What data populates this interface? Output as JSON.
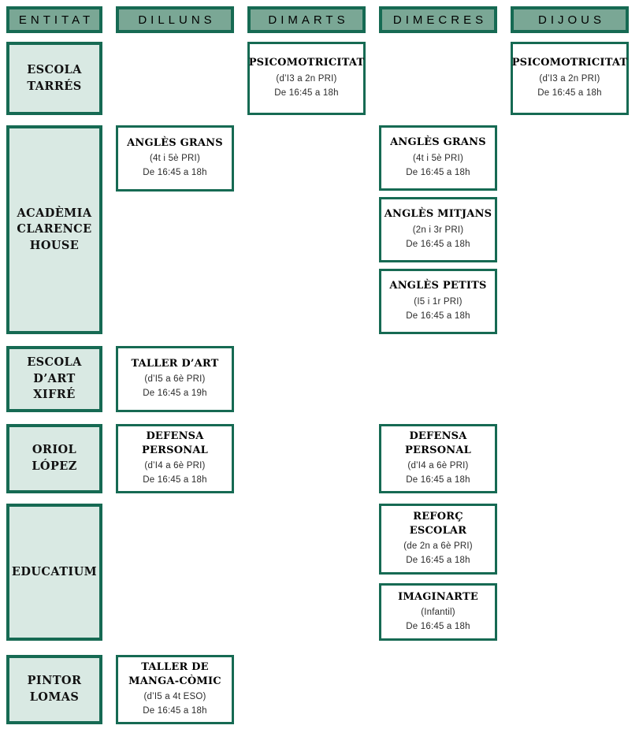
{
  "colors": {
    "border": "#166a53",
    "header_fill": "#7aa795",
    "entity_fill": "#d9e9e3"
  },
  "header": {
    "columns": [
      "ENTITAT",
      "DILLUNS",
      "DIMARTS",
      "DIMECRES",
      "DIJOUS"
    ]
  },
  "rows": [
    {
      "entity": "ESCOLA\nTARRÉS",
      "days": {
        "dimarts": [
          {
            "title": "PSICOMOTRICITAT",
            "group": "(d’I3 a 2n PRI)",
            "time": "De 16:45 a 18h"
          }
        ],
        "dijous": [
          {
            "title": "PSICOMOTRICITAT",
            "group": "(d’I3 a 2n PRI)",
            "time": "De 16:45 a 18h"
          }
        ]
      }
    },
    {
      "entity": "ACADÈMIA\nCLARENCE\nHOUSE",
      "days": {
        "dilluns": [
          {
            "title": "ANGLÈS GRANS",
            "group": "(4t i 5è PRI)",
            "time": "De 16:45 a 18h"
          }
        ],
        "dimecres": [
          {
            "title": "ANGLÈS GRANS",
            "group": "(4t i 5è PRI)",
            "time": "De 16:45 a 18h"
          },
          {
            "title": "ANGLÈS MITJANS",
            "group": "(2n i 3r PRI)",
            "time": "De 16:45 a 18h"
          },
          {
            "title": "ANGLÈS PETITS",
            "group": "(I5 i 1r PRI)",
            "time": "De 16:45 a 18h"
          }
        ]
      }
    },
    {
      "entity": "ESCOLA\nD’ART\nXIFRÉ",
      "days": {
        "dilluns": [
          {
            "title": "TALLER D’ART",
            "group": "(d’I5 a 6è PRI)",
            "time": "De 16:45 a 19h"
          }
        ]
      }
    },
    {
      "entity": "ORIOL\nLÓPEZ",
      "days": {
        "dilluns": [
          {
            "title": "DEFENSA\nPERSONAL",
            "group": "(d’I4 a 6è PRI)",
            "time": "De 16:45 a 18h"
          }
        ],
        "dimecres": [
          {
            "title": "DEFENSA\nPERSONAL",
            "group": "(d’I4 a 6è PRI)",
            "time": "De 16:45 a 18h"
          }
        ]
      }
    },
    {
      "entity": "EDUCATIUM",
      "days": {
        "dimecres": [
          {
            "title": "REFORÇ ESCOLAR",
            "group": "(de 2n a 6è PRI)",
            "time": "De 16:45 a 18h"
          },
          {
            "title": "IMAGINARTE",
            "group": "(Infantil)",
            "time": "De 16:45 a 18h"
          }
        ]
      }
    },
    {
      "entity": "PINTOR\nLOMAS",
      "days": {
        "dilluns": [
          {
            "title": "TALLER DE\nMANGA-CÒMIC",
            "group": "(d’I5 a 4t ESO)",
            "time": "De 16:45 a 18h"
          }
        ]
      }
    }
  ]
}
